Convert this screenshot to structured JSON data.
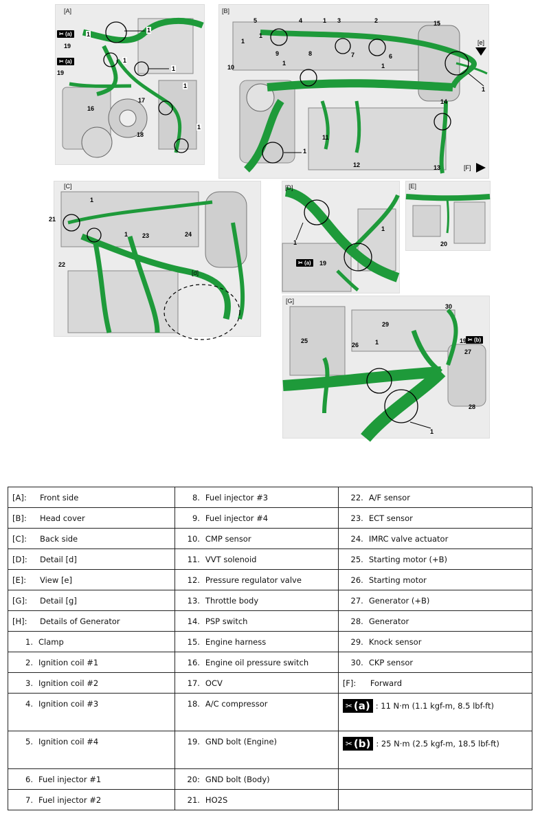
{
  "panels": {
    "A": {
      "label": "[A]",
      "callouts": [
        "1",
        "1",
        "1",
        "1",
        "1",
        "1",
        "19",
        "19",
        "16",
        "17",
        "18"
      ],
      "torque": [
        "(a)",
        "(a)"
      ]
    },
    "B": {
      "label": "[B]",
      "callouts": [
        "5",
        "4",
        "1",
        "3",
        "2",
        "15",
        "1",
        "1",
        "9",
        "8",
        "7",
        "6",
        "10",
        "1",
        "1",
        "14",
        "11",
        "12",
        "1",
        "13",
        "1"
      ],
      "view_marker": "[e]",
      "forward_marker": "[F]"
    },
    "C": {
      "label": "[C]",
      "callouts": [
        "1",
        "21",
        "1",
        "23",
        "24",
        "22"
      ],
      "detail_marker": "[d]"
    },
    "D": {
      "label": "[D]",
      "callouts": [
        "1",
        "1",
        "19"
      ],
      "torque": "(a)"
    },
    "E": {
      "label": "[E]",
      "callouts": [
        "20"
      ]
    },
    "G": {
      "label": "[G]",
      "callouts": [
        "30",
        "29",
        "25",
        "26",
        "1",
        "19",
        "27",
        "28",
        "1"
      ],
      "torque": "(b)"
    }
  },
  "legend": {
    "col1": [
      {
        "num": "[A]:",
        "text": "Front side"
      },
      {
        "num": "[B]:",
        "text": "Head cover"
      },
      {
        "num": "[C]:",
        "text": "Back side"
      },
      {
        "num": "[D]:",
        "text": "Detail [d]"
      },
      {
        "num": "[E]:",
        "text": "View [e]"
      },
      {
        "num": "[G]:",
        "text": "Detail [g]"
      },
      {
        "num": "[H]:",
        "text": "Details of Generator"
      },
      {
        "num": "1.",
        "text": "Clamp"
      },
      {
        "num": "2.",
        "text": "Ignition coil #1"
      },
      {
        "num": "3.",
        "text": "Ignition coil #2"
      },
      {
        "num": "4.",
        "text": "Ignition coil #3"
      },
      {
        "num": "5.",
        "text": "Ignition coil #4"
      },
      {
        "num": "6.",
        "text": "Fuel injector #1"
      },
      {
        "num": "7.",
        "text": "Fuel injector #2"
      }
    ],
    "col2": [
      {
        "num": "8.",
        "text": "Fuel injector #3"
      },
      {
        "num": "9.",
        "text": "Fuel injector #4"
      },
      {
        "num": "10.",
        "text": "CMP sensor"
      },
      {
        "num": "11.",
        "text": "VVT solenoid"
      },
      {
        "num": "12.",
        "text": "Pressure regulator valve"
      },
      {
        "num": "13.",
        "text": "Throttle body"
      },
      {
        "num": "14.",
        "text": "PSP switch"
      },
      {
        "num": "15.",
        "text": "Engine harness"
      },
      {
        "num": "16.",
        "text": "Engine oil pressure switch"
      },
      {
        "num": "17.",
        "text": "OCV"
      },
      {
        "num": "18.",
        "text": "A/C compressor"
      },
      {
        "num": "19.",
        "text": "GND bolt (Engine)"
      },
      {
        "num": "20:",
        "text": "GND bolt (Body)"
      },
      {
        "num": "21.",
        "text": "HO2S"
      }
    ],
    "col3": [
      {
        "num": "22.",
        "text": "A/F sensor"
      },
      {
        "num": "23.",
        "text": "ECT sensor"
      },
      {
        "num": "24.",
        "text": "IMRC valve actuator"
      },
      {
        "num": "25.",
        "text": "Starting motor (+B)"
      },
      {
        "num": "26.",
        "text": "Starting motor"
      },
      {
        "num": "27.",
        "text": "Generator (+B)"
      },
      {
        "num": "28.",
        "text": "Generator"
      },
      {
        "num": "29.",
        "text": "Knock sensor"
      },
      {
        "num": "30.",
        "text": "CKP sensor"
      },
      {
        "num": "[F]:",
        "text": "Forward"
      },
      {
        "num": "(a)",
        "text": "11 N·m (1.1 kgf-m, 8.5 lbf-ft)"
      },
      {
        "num": "(b)",
        "text": "25 N·m (2.5 kgf-m, 18.5 lbf-ft)"
      },
      {
        "num": "",
        "text": ""
      },
      {
        "num": "",
        "text": ""
      }
    ]
  },
  "colors": {
    "harness": "#1e9a3a",
    "engine": "#d9d9d9",
    "outline": "#555555"
  }
}
